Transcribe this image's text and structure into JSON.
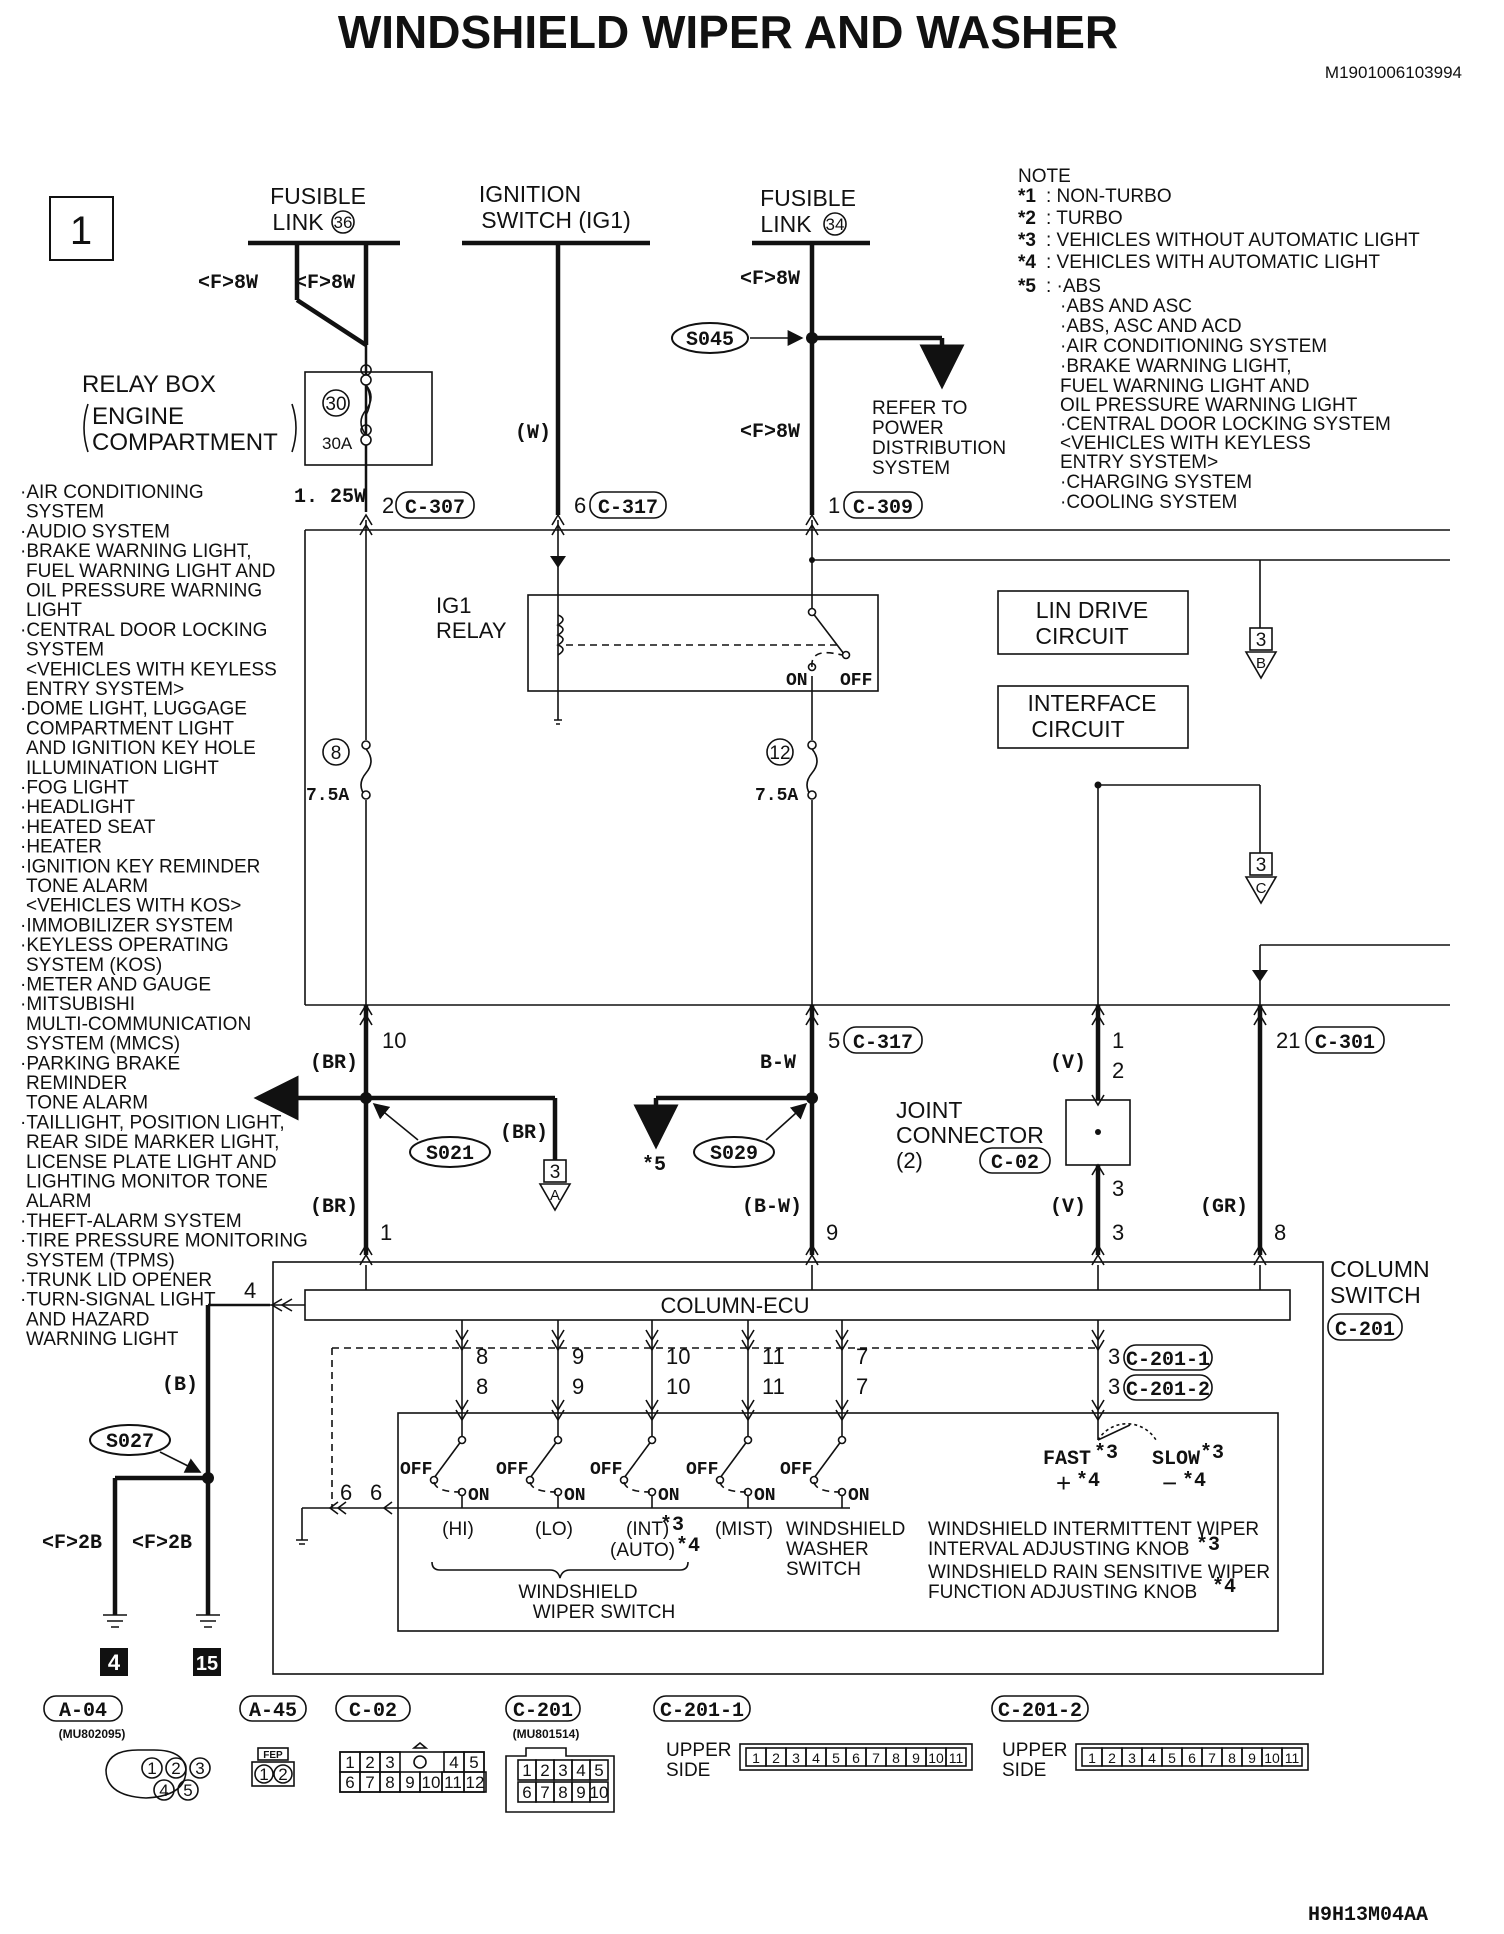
{
  "title": "WINDSHIELD WIPER AND WASHER",
  "doc_id": "M1901006103994",
  "footer_id": "H9H13M04AA",
  "page_num": "1",
  "sources": {
    "fl36": [
      "FUSIBLE",
      "LINK"
    ],
    "fl36_num": "36",
    "ign": [
      "IGNITION",
      "SWITCH (IG1)"
    ],
    "fl34": [
      "FUSIBLE",
      "LINK"
    ],
    "fl34_num": "34"
  },
  "note": {
    "title": "NOTE",
    "items": [
      {
        "mark": "*1",
        "text": ": NON-TURBO"
      },
      {
        "mark": "*2",
        "text": ": TURBO"
      },
      {
        "mark": "*3",
        "text": ": VEHICLES WITHOUT AUTOMATIC LIGHT"
      },
      {
        "mark": "*4",
        "text": ": VEHICLES WITH AUTOMATIC LIGHT"
      },
      {
        "mark": "*5",
        "text": ": ·ABS"
      }
    ],
    "sub": [
      "·ABS AND ASC",
      "·ABS, ASC AND ACD",
      "·AIR CONDITIONING SYSTEM",
      "·BRAKE WARNING LIGHT,",
      " FUEL WARNING LIGHT AND",
      " OIL PRESSURE WARNING LIGHT",
      "·CENTRAL DOOR LOCKING SYSTEM",
      " <VEHICLES WITH KEYLESS",
      " ENTRY SYSTEM>",
      "·CHARGING SYSTEM",
      "·COOLING SYSTEM"
    ]
  },
  "left_list": [
    "·AIR CONDITIONING",
    "SYSTEM",
    "·AUDIO SYSTEM",
    "·BRAKE WARNING LIGHT,",
    "FUEL WARNING LIGHT AND",
    "OIL PRESSURE WARNING",
    "LIGHT",
    "·CENTRAL DOOR LOCKING",
    "SYSTEM",
    "<VEHICLES WITH KEYLESS",
    "ENTRY SYSTEM>",
    "·DOME LIGHT, LUGGAGE",
    "COMPARTMENT LIGHT",
    "AND IGNITION KEY HOLE",
    "ILLUMINATION LIGHT",
    "·FOG LIGHT",
    "·HEADLIGHT",
    "·HEATED SEAT",
    "·HEATER",
    "·IGNITION KEY REMINDER",
    "TONE ALARM",
    "<VEHICLES WITH KOS>",
    "·IMMOBILIZER SYSTEM",
    "·KEYLESS OPERATING",
    "SYSTEM (KOS)",
    "·METER AND GAUGE",
    "·MITSUBISHI",
    "MULTI-COMMUNICATION",
    "SYSTEM (MMCS)",
    "·PARKING BRAKE",
    "REMINDER",
    "TONE ALARM",
    "·TAILLIGHT, POSITION LIGHT,",
    "REAR SIDE MARKER LIGHT,",
    "LICENSE PLATE LIGHT AND",
    "LIGHTING MONITOR TONE",
    "ALARM",
    "·THEFT-ALARM SYSTEM",
    "·TIRE PRESSURE MONITORING",
    "SYSTEM (TPMS)",
    "·TRUNK LID OPENER",
    "·TURN-SIGNAL LIGHT",
    "AND HAZARD",
    "WARNING LIGHT"
  ],
  "labels": {
    "fw1": "<F>8W",
    "fw2": "<F>8W",
    "fw3": "<F>8W",
    "fw4": "<F>8W",
    "relay_box": "RELAY BOX",
    "engine": "ENGINE",
    "compartment": "COMPARTMENT",
    "fuse30": "30",
    "fuse30a": "30A",
    "w125": "1. 25W",
    "w_w": "(W)",
    "c307_pin": "2",
    "c307": "C-307",
    "c317_pin": "6",
    "c317": "C-317",
    "c309_pin": "1",
    "c309": "C-309",
    "s045": "S045",
    "refer": [
      "REFER TO",
      "POWER",
      "DISTRIBUTION",
      "SYSTEM"
    ],
    "ig1relay": [
      "IG1",
      "RELAY"
    ],
    "on": "ON",
    "off": "OFF",
    "fuse8": "8",
    "fuse12": "12",
    "amp1": "7.5A",
    "amp2": "7.5A",
    "lin": [
      "LIN DRIVE",
      "CIRCUIT"
    ],
    "iface": [
      "INTERFACE",
      "CIRCUIT"
    ],
    "ref3": "3",
    "refB": "B",
    "refC": "C",
    "refA": "A",
    "p10": "10",
    "p5": "5",
    "c317b": "C-317",
    "p1a": "1",
    "p2": "2",
    "p21": "21",
    "c301": "C-301",
    "br1": "(BR)",
    "bw1": "B-W",
    "v1": "(V)",
    "br2": "(BR)",
    "br3": "(BR)",
    "bw2": "(B-W)",
    "v2": "(V)",
    "gr": "(GR)",
    "s021": "S021",
    "s029": "S029",
    "star5": "*5",
    "joint": [
      "JOINT",
      "CONNECTOR",
      "(2)"
    ],
    "c02": "C-02",
    "p3a": "3",
    "p3b": "3",
    "p1b": "1",
    "p9": "9",
    "p8": "8",
    "column_switch": [
      "COLUMN",
      "SWITCH"
    ],
    "c201": "C-201",
    "column_ecu": "COLUMN-ECU",
    "p4": "4",
    "wb": "(B)",
    "s027": "S027",
    "f2b1": "<F>2B",
    "f2b2": "<F>2B",
    "g4": "4",
    "g15": "15",
    "pins_top": [
      "8",
      "9",
      "10",
      "11",
      "7"
    ],
    "pins_bot": [
      "8",
      "9",
      "10",
      "11",
      "7"
    ],
    "p3c": "3",
    "c2011": "C-201-1",
    "p3d": "3",
    "c2012": "C-201-2",
    "p6a": "6",
    "p6b": "6",
    "sw_hi": "(HI)",
    "sw_lo": "(LO)",
    "sw_int": "(INT)",
    "sw_auto": "(AUTO)",
    "sw_mist": "(MIST)",
    "star3": "*3",
    "star4": "*4",
    "wiper_switch": [
      "WINDSHIELD",
      "WIPER SWITCH"
    ],
    "washer_switch": [
      "WINDSHIELD",
      "WASHER",
      "SWITCH"
    ],
    "fast": "FAST",
    "slow": "SLOW",
    "plus": "+",
    "minus": "−",
    "knob1": [
      "WINDSHIELD INTERMITTENT WIPER",
      "INTERVAL ADJUSTING KNOB"
    ],
    "knob2": [
      "WINDSHIELD RAIN SENSITIVE WIPER",
      "FUNCTION ADJUSTING KNOB"
    ]
  },
  "connectors": {
    "a04": "A-04",
    "a04_part": "(MU802095)",
    "a45": "A-45",
    "c02": "C-02",
    "c201": "C-201",
    "c201_part": "(MU801514)",
    "c2011": "C-201-1",
    "c2012": "C-201-2",
    "upper": "UPPER",
    "side": "SIDE",
    "fep": "FEP",
    "a04_pins": [
      "1",
      "2",
      "3",
      "4",
      "5"
    ],
    "a45_pins": [
      "1",
      "2"
    ],
    "c02_top": [
      "1",
      "2",
      "3",
      "4",
      "5"
    ],
    "c02_bot": [
      "6",
      "7",
      "8",
      "9",
      "10",
      "11",
      "12"
    ],
    "c201_top": [
      "1",
      "2",
      "3",
      "4",
      "5"
    ],
    "c201_bot": [
      "6",
      "7",
      "8",
      "9",
      "10"
    ],
    "c2011_pins": [
      "1",
      "2",
      "3",
      "4",
      "5",
      "6",
      "7",
      "8",
      "9",
      "10",
      "11"
    ],
    "c2012_pins": [
      "1",
      "2",
      "3",
      "4",
      "5",
      "6",
      "7",
      "8",
      "9",
      "10",
      "11"
    ]
  }
}
